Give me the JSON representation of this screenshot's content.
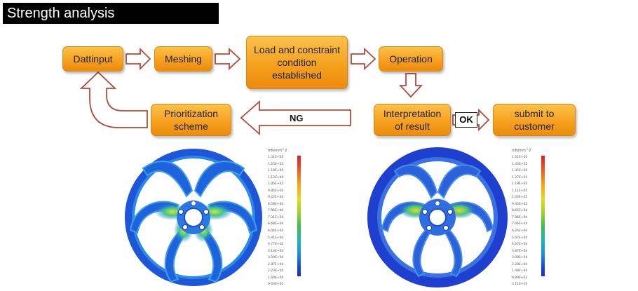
{
  "title": "Strength analysis",
  "flow": {
    "dattinput": "Dattinput",
    "meshing": "Meshing",
    "load": "Load and constraint condition established",
    "operation": "Operation",
    "interpretation": "Interpretation of result",
    "submit": "submit to customer",
    "prioritization": "Prioritization scheme",
    "ng_label": "NG",
    "ok_label": "OK"
  },
  "colors": {
    "box_fill": "#f6a11f",
    "arrow_fill": "#ffffff",
    "arrow_stroke": "#b04a3a",
    "wheel_base": "#1b3fd0"
  },
  "legend": {
    "unit": "mN/mm^2",
    "left_ticks": [
      "1.31E+05",
      "1.25E+05",
      "1.18E+05",
      "1.12E+05",
      "1.05E+05",
      "9.85E+04",
      "9.22E+04",
      "8.58E+04",
      "7.95E+04",
      "7.31E+04",
      "6.68E+04",
      "6.04E+04",
      "5.41E+04",
      "4.77E+04",
      "4.14E+04",
      "3.50E+04",
      "2.87E+04",
      "2.23E+04",
      "1.60E+04",
      "9.63E+03"
    ],
    "right_ticks": [
      "1.51E+05",
      "1.43E+05",
      "1.35E+05",
      "1.27E+05",
      "1.19E+05",
      "1.11E+05",
      "1.03E+05",
      "9.45E+04",
      "8.65E+04",
      "7.86E+04",
      "7.06E+04",
      "6.26E+04",
      "5.47E+04",
      "4.67E+04",
      "3.87E+04",
      "3.08E+04",
      "2.28E+04",
      "1.48E+04",
      "6.89E+03",
      "3.11E+03"
    ]
  }
}
